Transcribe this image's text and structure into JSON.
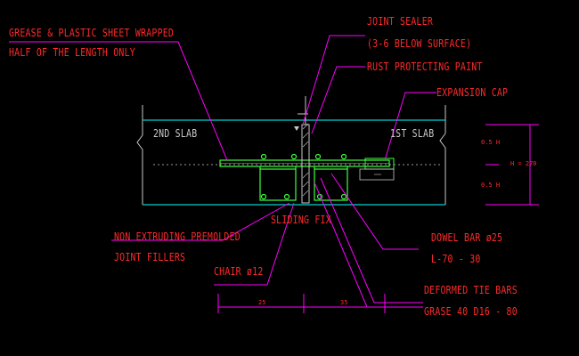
{
  "labels": {
    "grease_line1": "GREASE & PLASTIC SHEET WRAPPED",
    "grease_line2": "HALF OF THE LENGTH ONLY",
    "joint_sealer": "JOINT SEALER",
    "joint_sealer_depth": "(3-6 BELOW SURFACE)",
    "rust_paint": "RUST PROTECTING PAINT",
    "expansion_cap": "EXPANSION CAP",
    "slab_2nd": "2ND SLAB",
    "slab_1st": "1ST SLAB",
    "sliding_fix": "SLIDING FIX",
    "filler_line1": "NON EXTRUDING PREMOLDED",
    "filler_line2": "JOINT FILLERS",
    "chair": "CHAIR ø12",
    "dowel_line1": "DOWEL BAR ø25",
    "dowel_line2": "L-70 - 30",
    "tie_line1": "DEFORMED TIE BARS",
    "tie_line2": "GRASE 40 D16 - 80"
  },
  "dimensions": {
    "half_top": "0.5 H",
    "half_bottom": "0.5 H",
    "height": "H = 270",
    "left_span": "25",
    "right_span": "35"
  },
  "colors": {
    "background": "#000000",
    "leader": "#ff00ff",
    "slab_face": "#00d0d0",
    "bar": "#40ff40",
    "text_red": "#ff2a2a",
    "outline": "#c8c8c8"
  }
}
